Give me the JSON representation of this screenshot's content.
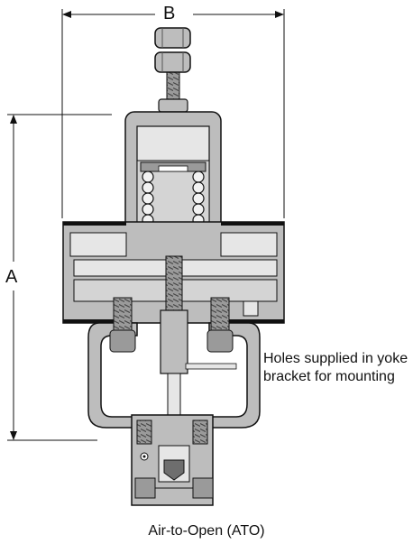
{
  "dimensions": {
    "width_label": "B",
    "height_label": "A"
  },
  "callout": {
    "line1": "Holes supplied in yoke",
    "line2": "bracket for mounting"
  },
  "caption": "Air-to-Open (ATO)",
  "colors": {
    "outline": "#111111",
    "body_gray": "#bdbdbd",
    "light_gray": "#e6e6e6",
    "mid_gray": "#9a9a9a",
    "dark_gray": "#6e6e6e"
  }
}
